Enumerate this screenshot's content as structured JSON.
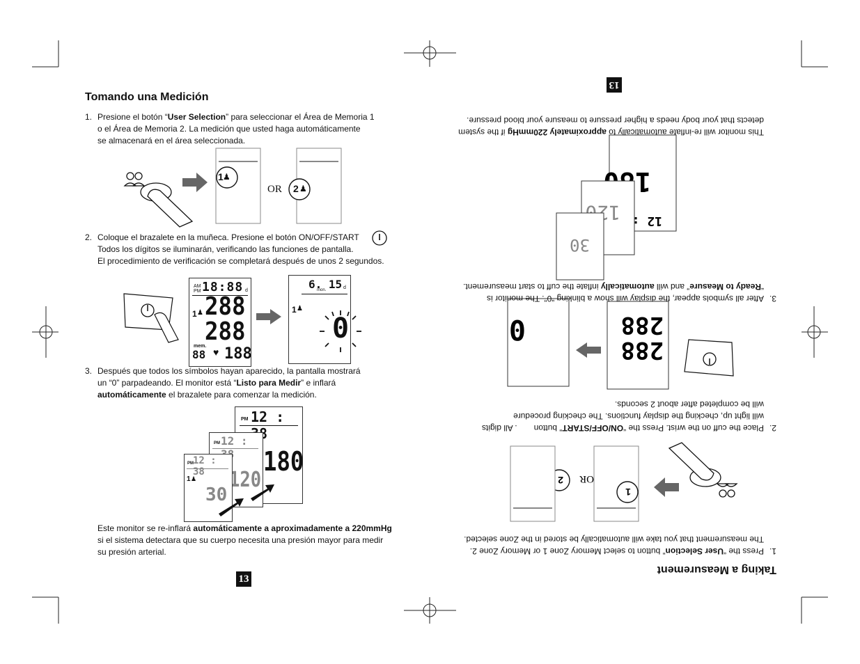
{
  "left_page": {
    "heading": "Tomando una Medición",
    "page_number": "13",
    "step1": {
      "num": "1.",
      "line1_pre": "Presione el botón “",
      "line1_bold": "User Selection",
      "line1_post": "” para seleccionar el Área de Memoria 1",
      "line2": "o el Área de Memoria 2. La medición que usted haga automáticamente",
      "line3": "se almacenará en el área seleccionada.",
      "or_label": "OR",
      "zone1": "1",
      "zone2": "2"
    },
    "step2": {
      "num": "2.",
      "line1": "Coloque el brazalete en la muñeca. Presione el botón ON/OFF/START",
      "line1_end": ".",
      "line2": "Todos los dígitos se iluminarán, verificando las funciones de pantalla.",
      "line3": "El procedimiento de verificación se completará después de unos 2 segundos.",
      "lcd_ampm": "AM PM",
      "lcd_time": "18:88",
      "lcd_d": "d",
      "lcd_big1": "288",
      "lcd_big2": "288",
      "lcd_mem": "mem.",
      "lcd_mem_digits": "88",
      "lcd_pulse": "188",
      "lcd_zone": "1",
      "lcd2_time": "6. 15",
      "lcd2_mon": "mon.",
      "lcd2_d": "d",
      "lcd2_zone": "1",
      "lcd2_zero": "0"
    },
    "step3": {
      "num": "3.",
      "line1": "Después que todos los símbolos hayan aparecido, la pantalla mostrará",
      "line2_pre": "un “0” parpadeando. El monitor está “",
      "line2_bold": "Listo para Medir",
      "line2_post": "” e inflará",
      "line3_bold": "automáticamente",
      "line3_post": " el brazalete para comenzar la medición.",
      "pm": "PM",
      "time": "12 : 38",
      "v1": "180",
      "v2": "120",
      "v3": "30",
      "zone": "1"
    },
    "closing": {
      "line1_pre": "Este monitor se re-inflará ",
      "line1_bold": "automáticamente a aproximadamente a 220mmHg",
      "line2": "si el sistema detectara que su cuerpo necesita una presión mayor para medir",
      "line3": "su presión arterial."
    }
  },
  "right_page": {
    "heading": "Taking a Measurement",
    "page_number": "13",
    "step1": {
      "num": "1.",
      "line1_pre": "Press the “",
      "line1_bold": "User Selection",
      "line1_post": "” button to select Memory Zone 1 or Memory Zone 2.",
      "line2": "The measurement that you take will automatically be stored in the Zone selected."
    },
    "step2": {
      "num": "2.",
      "line1_pre": "Place the cuff on the wrist. Press the “",
      "line1_bold": "ON/OFF/START",
      "line1_post": "” button",
      "line1_end": ". All digits",
      "line2": "will light up, checking the display functions. The checking procedure",
      "line3": "will be completed after about 2 seconds."
    },
    "step3": {
      "num": "3.",
      "line1": "After all symbols appear, the display will show a blinking “0”. The monitor is",
      "line2_pre": "“",
      "line2_bold1": "Ready to Measure",
      "line2_mid": "” and will ",
      "line2_bold2": "automatically",
      "line2_post": " inflate the cuff to start measurement."
    },
    "closing": {
      "line1_pre": "This monitor will re-inflate automatically to ",
      "line1_bold": "approximately 220mmHg",
      "line1_post": " if the system",
      "line2": "detects that your body needs a higher pressure to measure your blood pressure."
    }
  }
}
